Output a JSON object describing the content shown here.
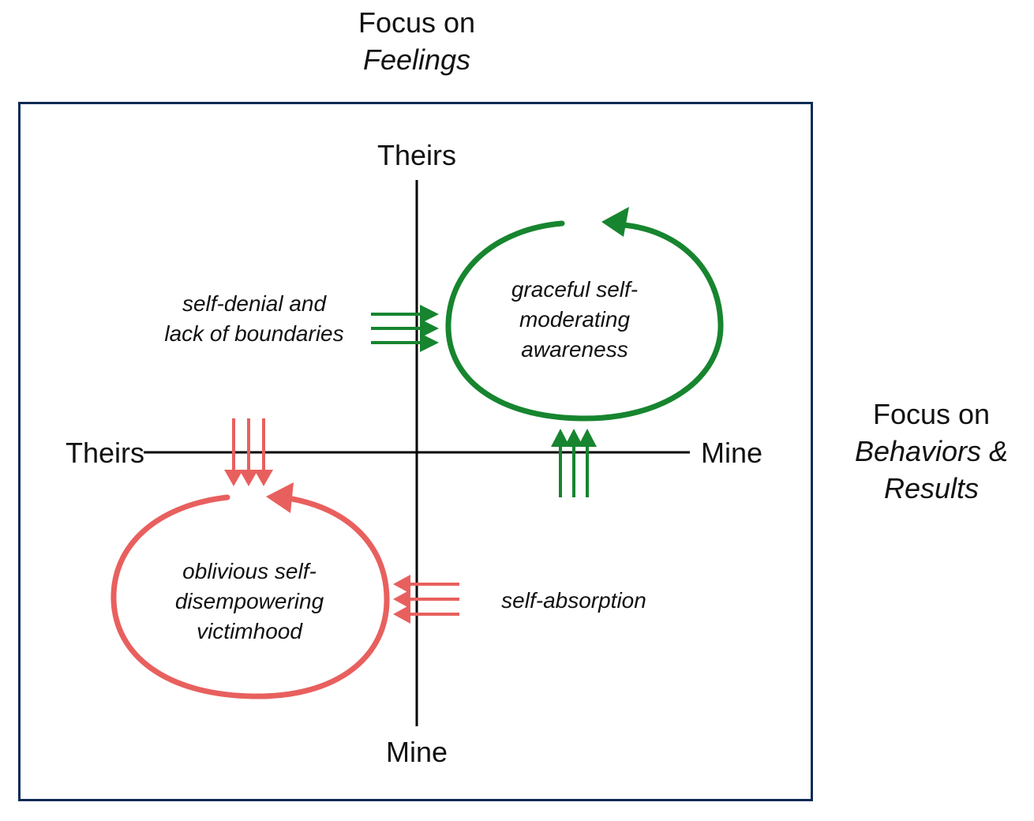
{
  "top_title": {
    "line1": "Focus on",
    "line2": "Feelings"
  },
  "right_title": {
    "line1": "Focus on",
    "line2": "Behaviors &",
    "line3": "Results"
  },
  "axes": {
    "vertical_top": "Theirs",
    "vertical_bottom": "Mine",
    "horizontal_left": "Theirs",
    "horizontal_right": "Mine"
  },
  "loops": [
    {
      "id": "green",
      "lines": [
        "graceful self-",
        "moderating",
        "awareness"
      ],
      "color": "#17852f"
    },
    {
      "id": "red",
      "lines": [
        "oblivious self-",
        "disempowering",
        "victimhood"
      ],
      "color": "#e8605e"
    }
  ],
  "influences": [
    {
      "lines": [
        "self-denial and",
        "lack of boundaries"
      ],
      "color": "#17852f"
    },
    {
      "lines": [
        "self-absorption"
      ],
      "color": "#e8605e"
    }
  ],
  "colors": {
    "frame": "#0c2a55",
    "axis": "#000000"
  }
}
